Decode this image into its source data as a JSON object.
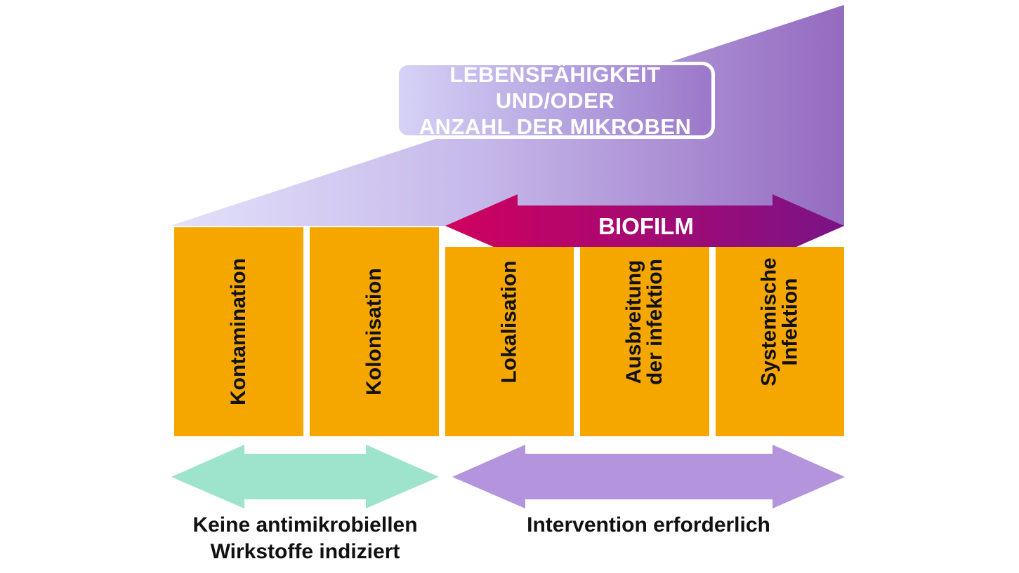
{
  "title": {
    "line1": "LEBENSFÄHIGKEIT UND/ODER",
    "line2": "ANZAHL DER MIKROBEN"
  },
  "biofilm_label": "BIOFILM",
  "stages": [
    {
      "line1": "Kontamination",
      "line2": ""
    },
    {
      "line1": "Kolonisation",
      "line2": ""
    },
    {
      "line1": "Lokalisation",
      "line2": ""
    },
    {
      "line1": "Ausbreitung",
      "line2": "der infektion"
    },
    {
      "line1": "Systemische",
      "line2": "Infektion"
    }
  ],
  "bottom_left": {
    "line1": "Keine antimikrobiellen",
    "line2": "Wirkstoffe indiziert"
  },
  "bottom_right": {
    "line1": "Intervention erforderlich"
  },
  "colors": {
    "stage_fill": "#f5a700",
    "wedge_start": "#e2e0fa",
    "wedge_end": "#946bc0",
    "biofilm_start": "#d0005e",
    "biofilm_end": "#7a1386",
    "arrow_left": "#9ee3cc",
    "arrow_right": "#b394dd"
  }
}
